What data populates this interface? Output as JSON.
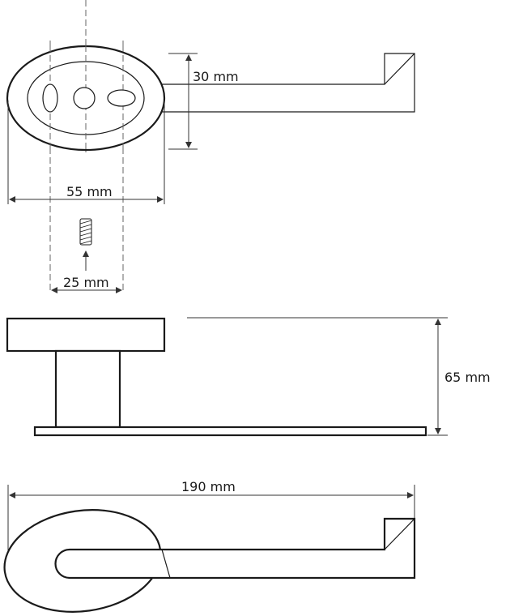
{
  "dimensions": {
    "height_small": "30 mm",
    "width_plate": "55 mm",
    "hole_spacing": "25 mm",
    "total_height": "65 mm",
    "total_length": "190 mm"
  }
}
